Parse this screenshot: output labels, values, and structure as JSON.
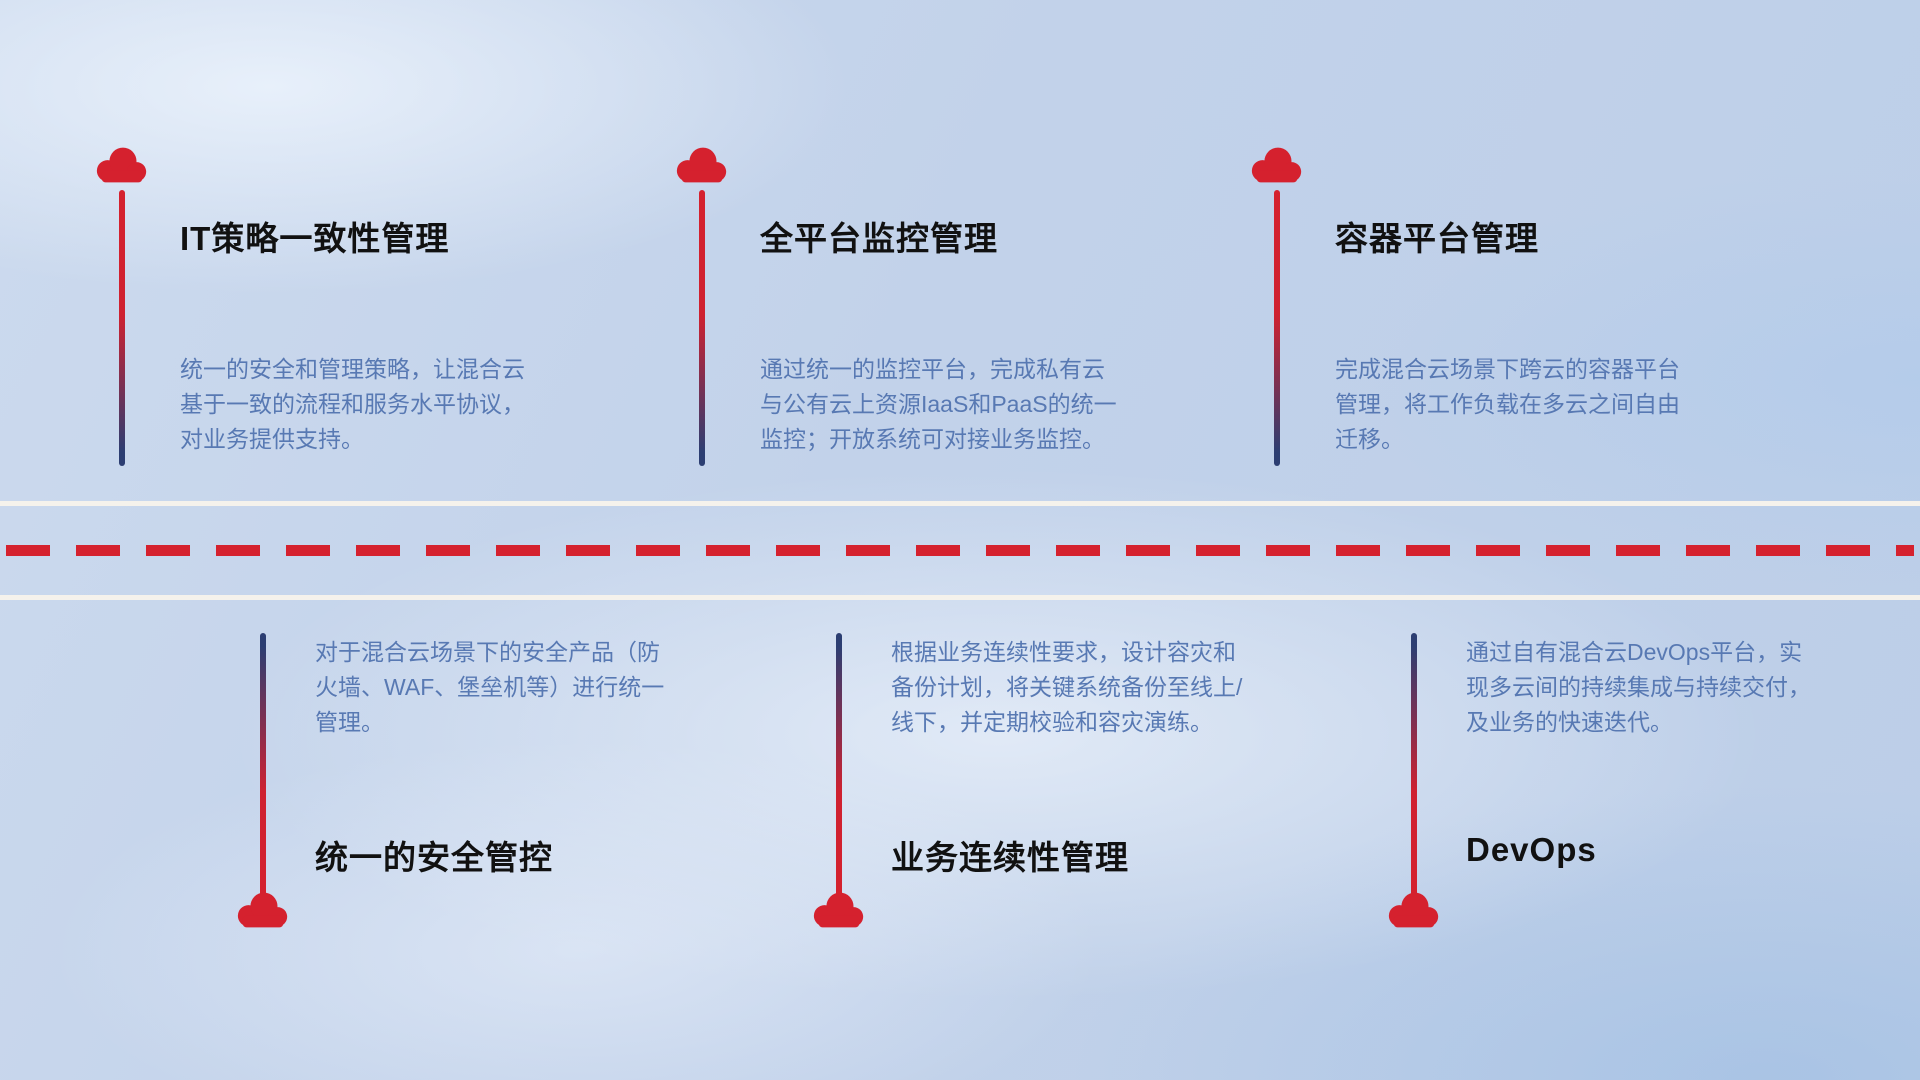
{
  "colors": {
    "accent_red": "#d5212e",
    "stem_navy": "#2c3e72",
    "title_text": "#111111",
    "desc_text": "#5879b3",
    "road_white": "#f5f2ec"
  },
  "top_items": [
    {
      "title": "IT策略一致性管理",
      "desc": "统一的安全和管理策略，让混合云基于一致的流程和服务水平协议，对业务提供支持。"
    },
    {
      "title": "全平台监控管理",
      "desc": "通过统一的监控平台，完成私有云与公有云上资源IaaS和PaaS的统一监控；开放系统可对接业务监控。"
    },
    {
      "title": "容器平台管理",
      "desc": "完成混合云场景下跨云的容器平台管理，将工作负载在多云之间自由迁移。"
    }
  ],
  "bottom_items": [
    {
      "title": "统一的安全管控",
      "desc": "对于混合云场景下的安全产品（防火墙、WAF、堡垒机等）进行统一管理。"
    },
    {
      "title": "业务连续性管理",
      "desc": "根据业务连续性要求，设计容灾和备份计划，将关键系统备份至线上/线下，并定期校验和容灾演练。"
    },
    {
      "title": "DevOps",
      "desc": "通过自有混合云DevOps平台，实现多云间的持续集成与持续交付，及业务的快速迭代。"
    }
  ]
}
